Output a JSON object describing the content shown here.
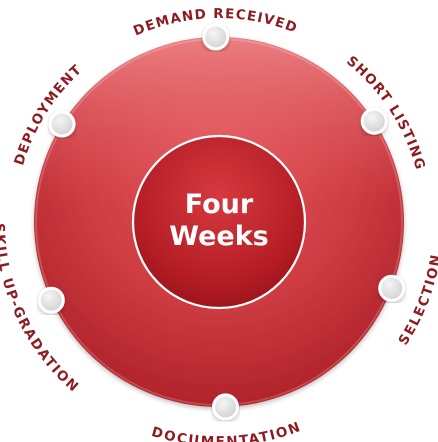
{
  "center": {
    "line1": "Four",
    "line2": "Weeks"
  },
  "stages": [
    {
      "label": "DEMAND RECEIVED"
    },
    {
      "label": "SHORT LISTING"
    },
    {
      "label": "SELECTION"
    },
    {
      "label": "DOCUMENTATION"
    },
    {
      "label": "SKILL UP-GRADATION"
    },
    {
      "label": "DEPLOYMENT"
    }
  ],
  "colors": {
    "ring_outer": "#d24a4f",
    "ring_inner": "#b81f27",
    "ring_highlight": "#ea7276",
    "center_inner": "#cc2f35",
    "center_outer": "#9d141b",
    "label_text": "#8e1b1f",
    "node_fill": "#e6e6e6",
    "node_stroke": "#ffffff",
    "center_text": "#ffffff"
  }
}
